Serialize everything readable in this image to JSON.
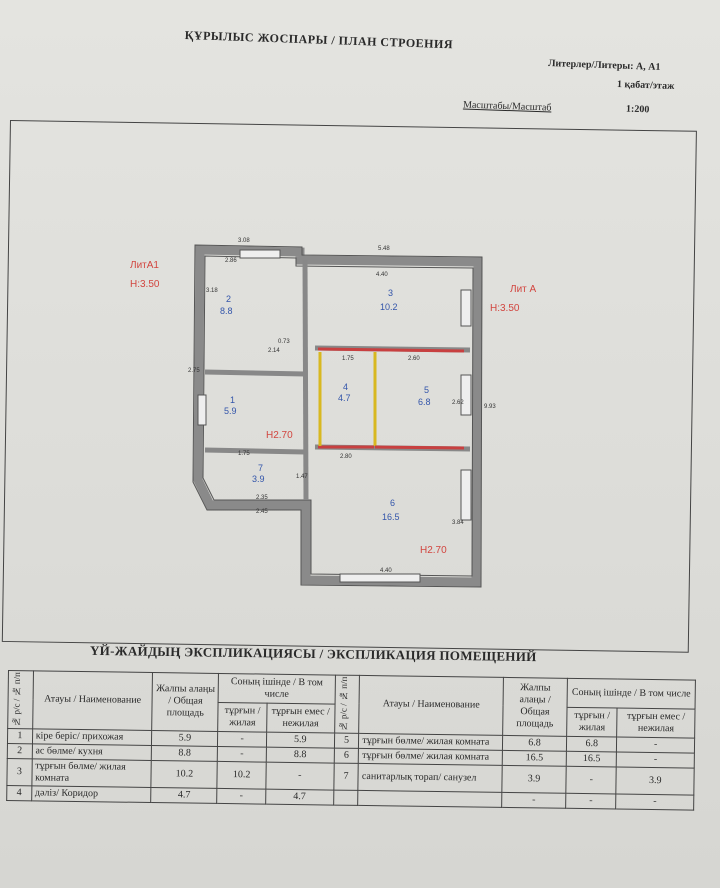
{
  "header": {
    "title": "ҚҰРЫЛЫС ЖОСПАРЫ / ПЛАН СТРОЕНИЯ",
    "liters": "Литерлер/Литеры: А, А1",
    "floor": "1 қабат/этаж",
    "scale_label": "Масштабы/Масштаб",
    "scale_value": "1:200"
  },
  "plan": {
    "lit_a1": {
      "name": "ЛитА1",
      "height": "H:3.50"
    },
    "lit_a": {
      "name": "Лит А",
      "height": "H:3.50"
    },
    "inner_heights": [
      "H2.70",
      "H2.70"
    ],
    "rooms": [
      {
        "num": "2",
        "area": "8.8"
      },
      {
        "num": "3",
        "area": "10.2"
      },
      {
        "num": "1",
        "area": "5.9"
      },
      {
        "num": "4",
        "area": "4.7"
      },
      {
        "num": "5",
        "area": "6.8"
      },
      {
        "num": "7",
        "area": "3.9"
      },
      {
        "num": "6",
        "area": "16.5"
      }
    ],
    "dims": [
      "3.08",
      "2.86",
      "5.48",
      "4.40",
      "3.18",
      "0.73",
      "1.75",
      "2.60",
      "2.62",
      "9.93",
      "2.75",
      "1.75",
      "2.80",
      "2.35",
      "2.45",
      "4.40",
      "3.84",
      "1.47",
      "2.14"
    ]
  },
  "explication": {
    "title": "ҮЙ-ЖАЙДЫҢ ЭКСПЛИКАЦИЯСЫ / ЭКСПЛИКАЦИЯ ПОМЕЩЕНИЙ",
    "headers": {
      "num": "№ р/с / № п/п",
      "name": "Атауы / Наименование",
      "total": "Жалпы алаңы / Общая площадь",
      "incl": "Соның ішінде / В том числе",
      "living": "тұрғын / жилая",
      "nonliving": "тұрғын емес / нежилая"
    },
    "rows_left": [
      {
        "n": "1",
        "name": "кіре беріс/ прихожая",
        "total": "5.9",
        "living": "-",
        "nonliving": "5.9"
      },
      {
        "n": "2",
        "name": "ас бөлме/ кухня",
        "total": "8.8",
        "living": "-",
        "nonliving": "8.8"
      },
      {
        "n": "3",
        "name": "тұрғын бөлме/ жилая комната",
        "total": "10.2",
        "living": "10.2",
        "nonliving": "-"
      },
      {
        "n": "4",
        "name": "дәліз/ Коридор",
        "total": "4.7",
        "living": "-",
        "nonliving": "4.7"
      }
    ],
    "rows_right": [
      {
        "n": "5",
        "name": "тұрғын бөлме/ жилая комната",
        "total": "6.8",
        "living": "6.8",
        "nonliving": "-"
      },
      {
        "n": "6",
        "name": "тұрғын бөлме/ жилая комната",
        "total": "16.5",
        "living": "16.5",
        "nonliving": "-"
      },
      {
        "n": "7",
        "name": "санитарлық торап/ санузел",
        "total": "3.9",
        "living": "-",
        "nonliving": "3.9"
      },
      {
        "n": "",
        "name": "",
        "total": "-",
        "living": "-",
        "nonliving": "-"
      }
    ]
  }
}
